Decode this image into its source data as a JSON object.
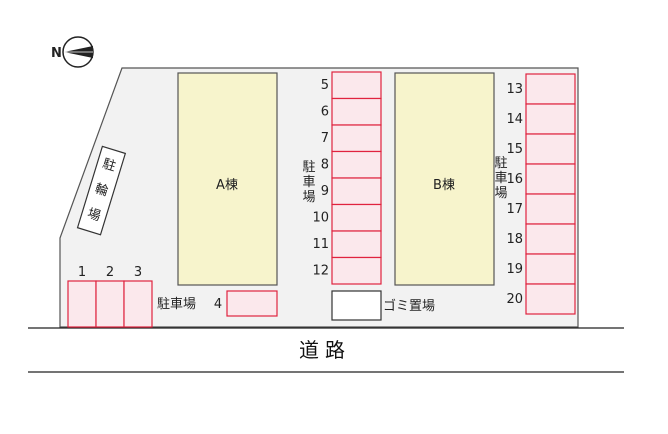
{
  "compass": {
    "north_label": "N"
  },
  "bicycle_parking": {
    "label": [
      "駐",
      "輪",
      "場"
    ]
  },
  "buildings": {
    "a": {
      "label": "A棟"
    },
    "b": {
      "label": "B棟"
    }
  },
  "parking": {
    "label": "駐車場",
    "vertical_label": [
      "駐",
      "車",
      "場"
    ],
    "bottom_left": [
      "1",
      "2",
      "3"
    ],
    "single": "4",
    "middle_column": [
      "5",
      "6",
      "7",
      "8",
      "9",
      "10",
      "11",
      "12"
    ],
    "right_column": [
      "13",
      "14",
      "15",
      "16",
      "17",
      "18",
      "19",
      "20"
    ]
  },
  "garbage": {
    "label": "ゴミ置場"
  },
  "road": {
    "label": "道路"
  },
  "colors": {
    "building_fill": "#f7f4cc",
    "space_fill": "#fbe8ec",
    "space_stroke": "#e0233f",
    "site_fill": "#f2f2f2"
  }
}
